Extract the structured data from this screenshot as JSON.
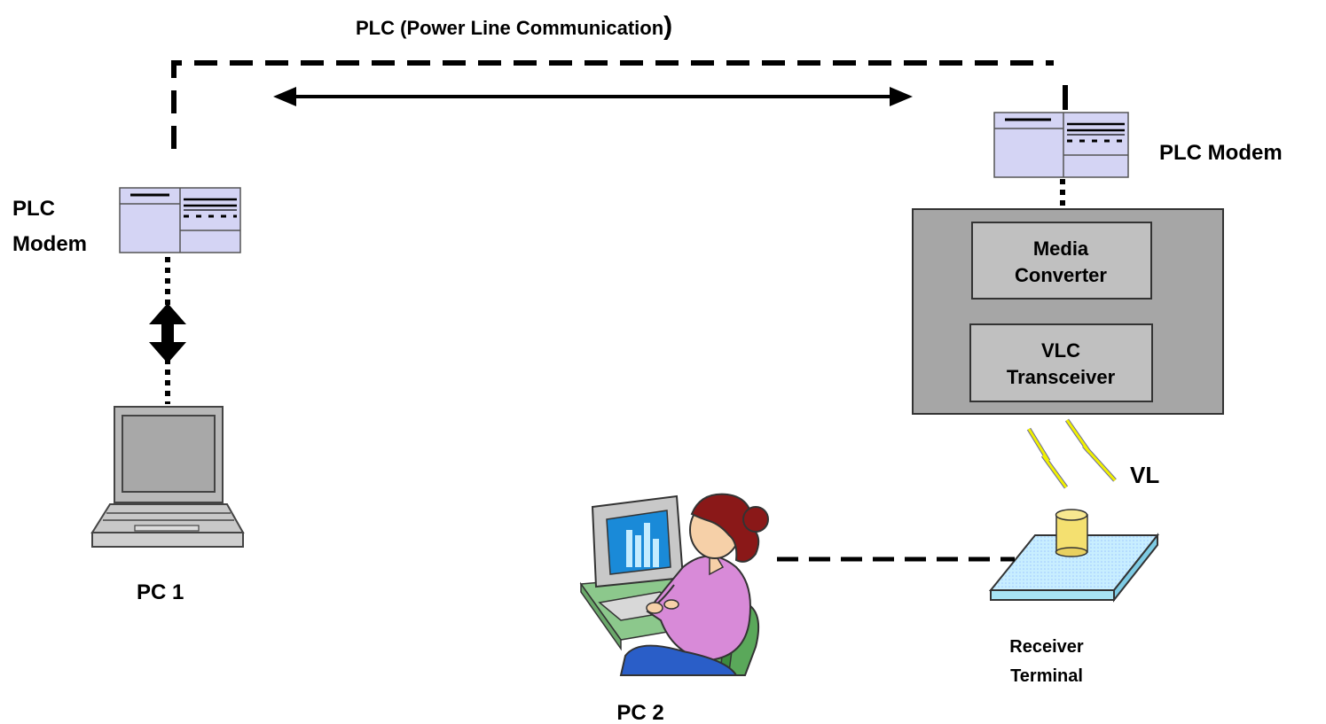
{
  "labels": {
    "plc_title": "PLC (Power Line Communication",
    "plc_title_paren": ")",
    "left_modem_line1": "PLC",
    "left_modem_line2": "Modem",
    "right_modem": "PLC Modem",
    "media_converter_line1": "Media",
    "media_converter_line2": "Converter",
    "vlc_line1": "VLC",
    "vlc_line2": "Transceiver",
    "vl": "VL",
    "receiver_line1": "Receiver",
    "receiver_line2": "Terminal",
    "pc1": "PC 1",
    "pc2": "PC 2"
  },
  "icons": {
    "modem": "plc-modem-icon",
    "laptop": "laptop-icon",
    "user": "user-at-computer-icon",
    "receiver": "receiver-terminal-icon",
    "light": "lightning-icon"
  },
  "colors": {
    "modem_fill": "#d4d4f4",
    "box_fill": "#a6a6a6",
    "inner_box_fill": "#c0c0c0",
    "lightning": "#f0f000",
    "receiver_top": "#c8eeff",
    "cylinder": "#f4e070"
  }
}
